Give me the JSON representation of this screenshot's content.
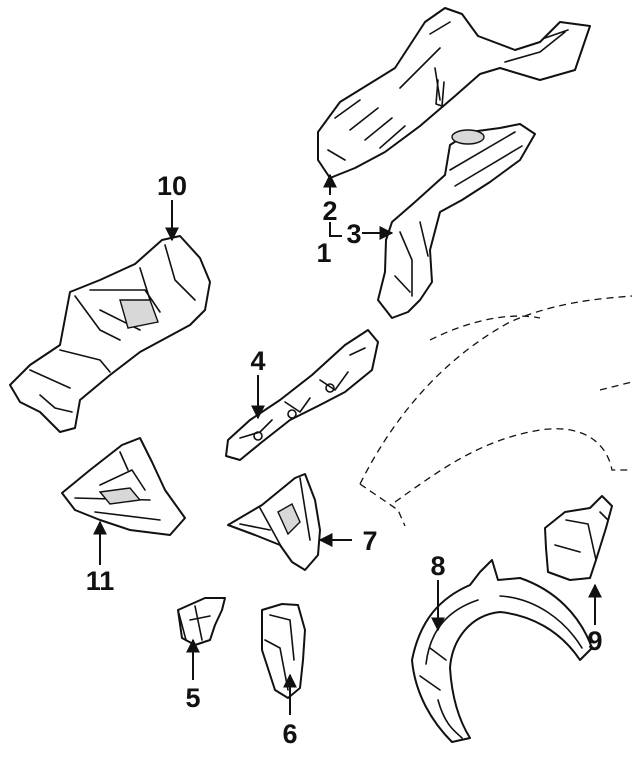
{
  "callouts": {
    "c1": "1",
    "c2": "2",
    "c3": "3",
    "c4": "4",
    "c5": "5",
    "c6": "6",
    "c7": "7",
    "c8": "8",
    "c9": "9",
    "c10": "10",
    "c11": "11"
  },
  "colors": {
    "ink": "#111111",
    "paper": "#ffffff"
  }
}
